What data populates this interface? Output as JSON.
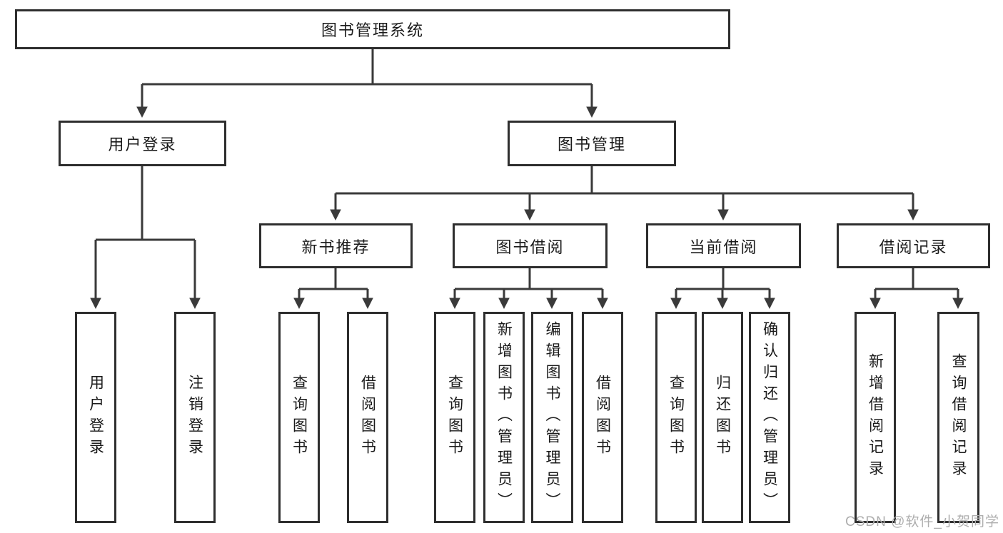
{
  "diagram": {
    "title": "图书管理系统",
    "root": "图书管理系统",
    "level2": {
      "user_login": "用户登录",
      "book_mgmt": "图书管理"
    },
    "level3": {
      "new_books": "新书推荐",
      "book_borrow": "图书借阅",
      "current_borrow": "当前借阅",
      "borrow_records": "借阅记录"
    },
    "leaves": {
      "user_login": [
        "用户登录",
        "注销登录"
      ],
      "new_books": [
        "查询图书",
        "借阅图书"
      ],
      "book_borrow": [
        "查询图书",
        "新增图书（管理员）",
        "编辑图书（管理员）",
        "借阅图书"
      ],
      "current_borrow": [
        "查询图书",
        "归还图书",
        "确认归还（管理员）"
      ],
      "borrow_records": [
        "新增借阅记录",
        "查询借阅记录"
      ]
    }
  },
  "watermark": "CSDN @软件_小贺同学",
  "colors": {
    "line": "#3a3a3a",
    "border": "#2e2e2e",
    "text": "#1a1a1a",
    "watermark": "#aeaeae",
    "background": "#ffffff"
  }
}
